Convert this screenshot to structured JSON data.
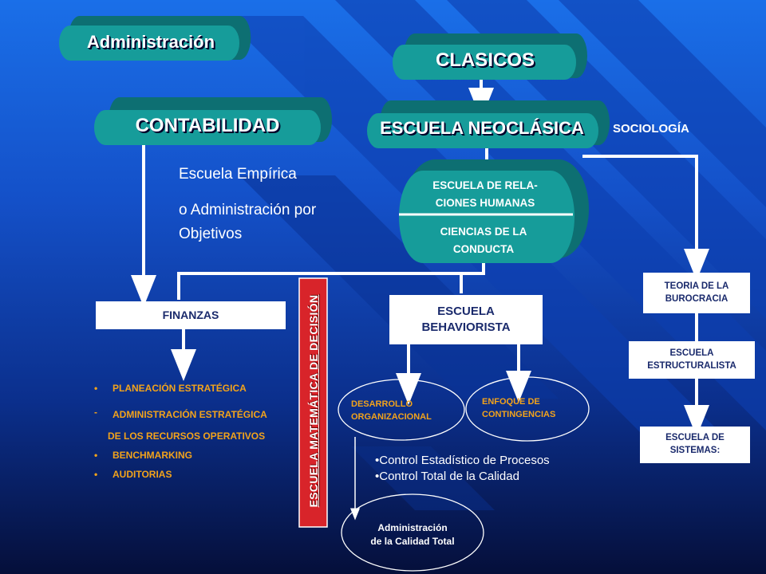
{
  "title": "Administración",
  "clasicos": "CLASICOS",
  "contabilidad": "CONTABILIDAD",
  "neoclasica": "ESCUELA NEOCLÁSICA",
  "sociologia": "SOCIOLOGÍA",
  "empirica_line1": "Escuela Empírica",
  "empirica_line2": "o Administración por",
  "empirica_line3": "Objetivos",
  "relaciones_line1": "ESCUELA DE RELA-",
  "relaciones_line2": "CIONES HUMANAS",
  "conducta_line1": "CIENCIAS DE LA",
  "conducta_line2": "CONDUCTA",
  "finanzas": "FINANZAS",
  "behaviorista_line1": "ESCUELA",
  "behaviorista_line2": "BEHAVIORISTA",
  "burocracia_line1": "TEORIA DE LA",
  "burocracia_line2": "BUROCRACIA",
  "estructuralista_line1": "ESCUELA",
  "estructuralista_line2": "ESTRUCTURALISTA",
  "sistemas_line1": "ESCUELA DE",
  "sistemas_line2": "SISTEMAS:",
  "matematica": "ESCUELA MATEMÁTICA DE DECISIÓN",
  "finanzas_items": [
    {
      "bullet": "•",
      "text": "PLANEACIÓN ESTRATÉGICA"
    },
    {
      "bullet": "-",
      "text": "ADMINISTRACIÓN ESTRATÉGICA"
    },
    {
      "bullet": "",
      "text": "DE LOS RECURSOS OPERATIVOS"
    },
    {
      "bullet": "•",
      "text": "BENCHMARKING"
    },
    {
      "bullet": "•",
      "text": "AUDITORIAS"
    }
  ],
  "desarrollo_line1": "DESARROLLO",
  "desarrollo_line2": "ORGANIZACIONAL",
  "enfoque_line1": "ENFOQUE DE",
  "enfoque_line2": "CONTINGENCIAS",
  "control1": "•Control Estadístico de Procesos",
  "control2": "•Control Total de la Calidad",
  "calidad_line1": "Administración",
  "calidad_line2": "de la Calidad Total",
  "colors": {
    "teal": "#169c9a",
    "teal_dark": "#0d6f72",
    "orange": "#f2a31b",
    "box_text": "#1a2a6c"
  }
}
